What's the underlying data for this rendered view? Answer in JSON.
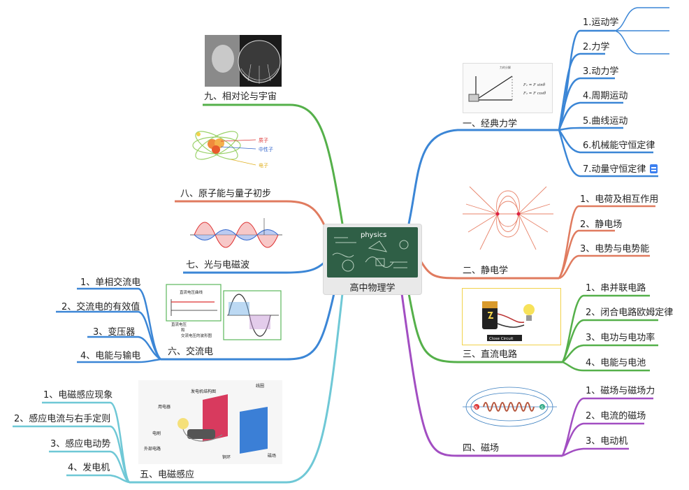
{
  "center": {
    "title": "高中物理学",
    "image_text": "physics"
  },
  "branches": {
    "b1": {
      "title": "一、经典力学",
      "color": "#3b86d6",
      "items": [
        "1.运动学",
        "2.力学",
        "3.动力学",
        "4.周期运动",
        "5.曲线运动",
        "6.机械能守恒定律",
        "7.动量守恒定律"
      ],
      "image_text": [
        "F₁ = F sinθ",
        "F₂ = F cosθ",
        "力的分解"
      ]
    },
    "b2": {
      "title": "二、静电学",
      "color": "#e07b5f",
      "items": [
        "1、电荷及相互作用",
        "2、静电场",
        "3、电势与电势能"
      ]
    },
    "b3": {
      "title": "三、直流电路",
      "color": "#55b04a",
      "items": [
        "1、串并联电路",
        "2、闭合电路欧姆定律",
        "3、电功与电功率",
        "4、电能与电池"
      ],
      "image_text": [
        "Close Circuit"
      ]
    },
    "b4": {
      "title": "四、磁场",
      "color": "#a24ec2",
      "items": [
        "1、磁场与磁场力",
        "2、电流的磁场",
        "3、电动机"
      ],
      "image_text": [
        "N",
        "S"
      ]
    },
    "b5": {
      "title": "五、电磁感应",
      "color": "#6fc8d6",
      "items": [
        "1、电磁感应现象",
        "2、感应电流与右手定则",
        "3、感应电动势",
        "4、发电机"
      ],
      "image_text": [
        "发电机结构图",
        "线圈",
        "用电器",
        "电刷",
        "外部电路",
        "铜环",
        "磁场"
      ]
    },
    "b6": {
      "title": "六、交流电",
      "color": "#3b86d6",
      "items": [
        "1、单相交流电",
        "2、交流电的有效值",
        "3、变压器",
        "4、电能与输电"
      ],
      "image_text": [
        "直流电压曲线",
        "直流电压",
        "和",
        "交流电压的波形图"
      ]
    },
    "b7": {
      "title": "七、光与电磁波",
      "color": "#3b86d6"
    },
    "b8": {
      "title": "八、原子能与量子初步",
      "color": "#e07b5f",
      "image_text": [
        "质子",
        "中性子",
        "电子"
      ]
    },
    "b9": {
      "title": "九、相对论与宇宙",
      "color": "#55b04a"
    }
  }
}
